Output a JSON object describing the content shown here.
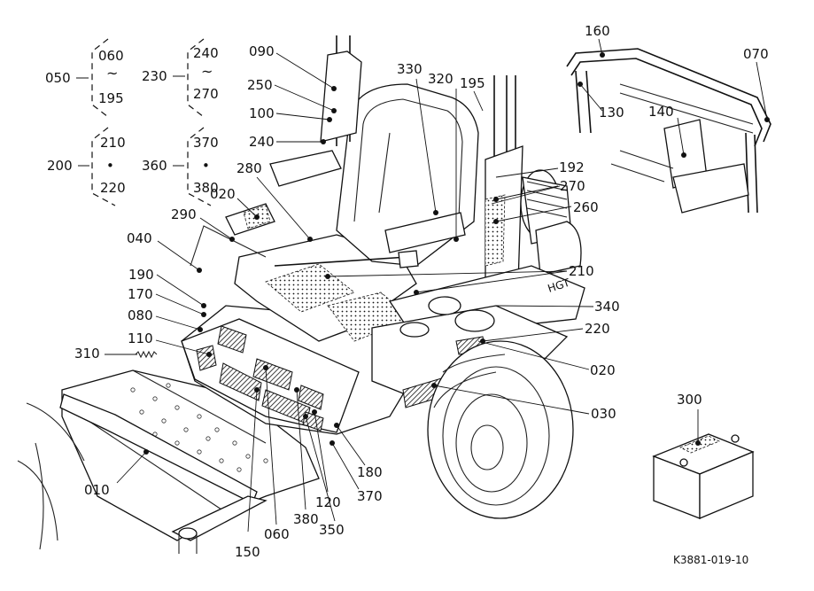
{
  "diagram": {
    "reference_code": "K3881-019-10",
    "range_groups": [
      {
        "ref": "050",
        "first": "060",
        "separator": "~",
        "last": "195"
      },
      {
        "ref": "230",
        "first": "240",
        "separator": "~",
        "last": "270"
      },
      {
        "ref": "200",
        "first": "210",
        "separator": "•",
        "last": "220"
      },
      {
        "ref": "360",
        "first": "370",
        "separator": "•",
        "last": "380"
      }
    ],
    "callouts": [
      "090",
      "250",
      "100",
      "240",
      "280",
      "020",
      "290",
      "040",
      "190",
      "170",
      "080",
      "110",
      "310",
      "010",
      "150",
      "060",
      "380",
      "120",
      "350",
      "370",
      "180",
      "330",
      "320",
      "195",
      "192",
      "270",
      "260",
      "210",
      "340",
      "220",
      "020",
      "030",
      "160",
      "070",
      "130",
      "140",
      "300"
    ],
    "decal_text": "HGT"
  }
}
